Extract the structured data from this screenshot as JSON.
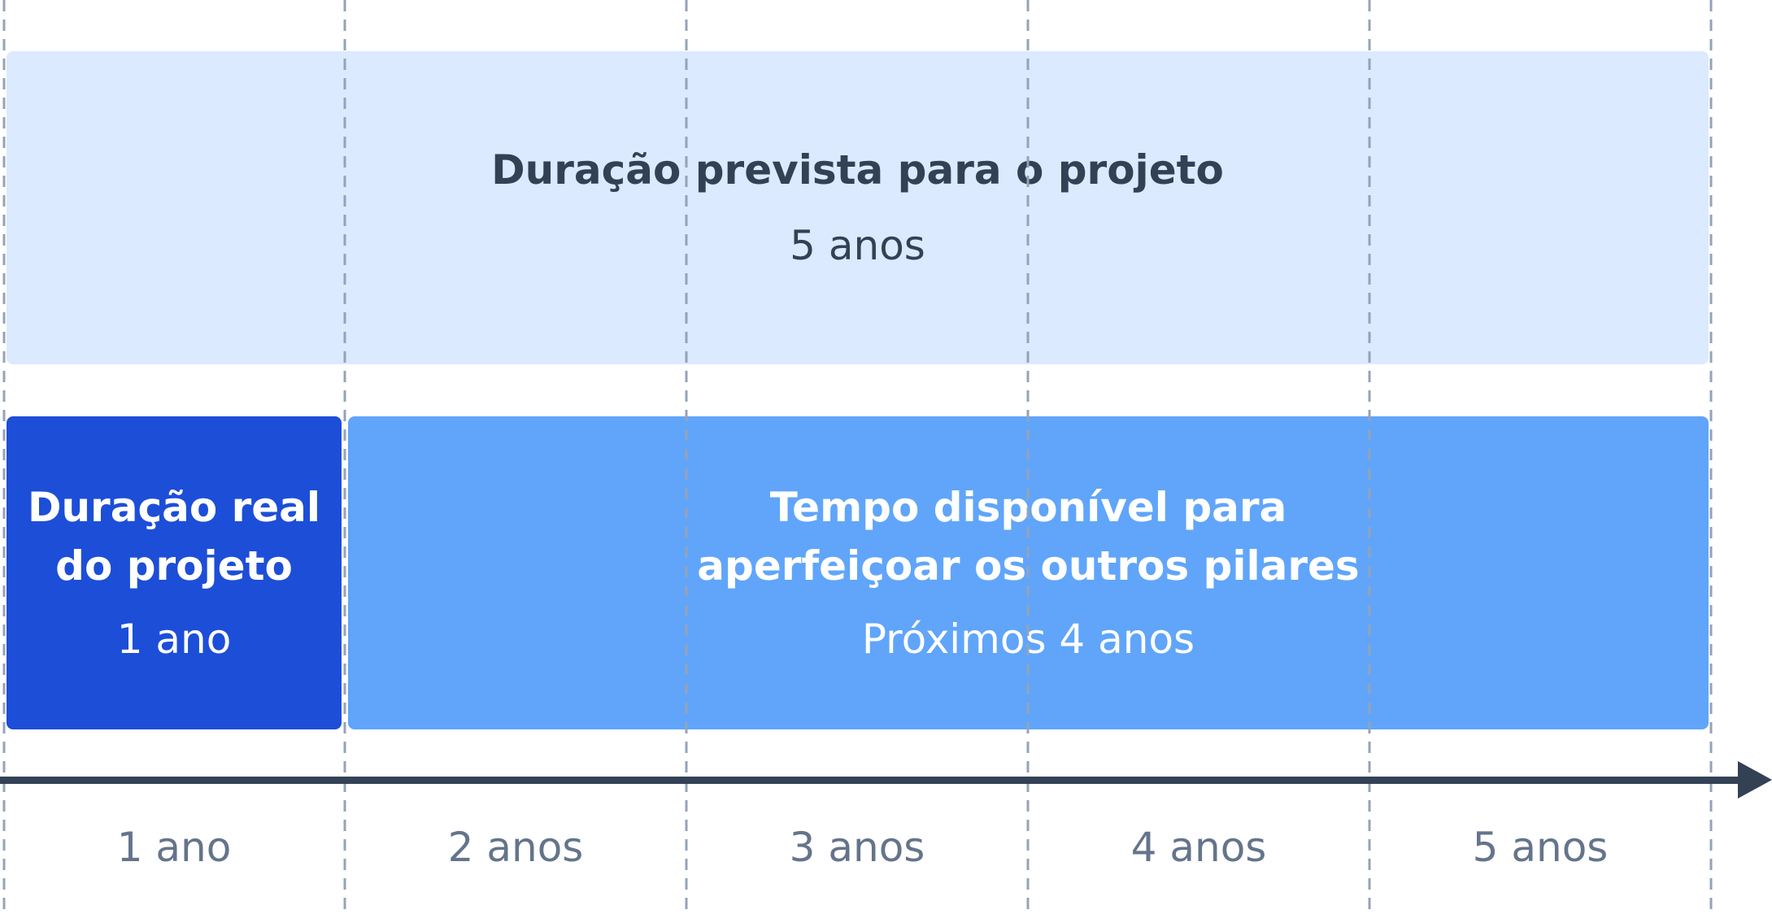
{
  "planned": {
    "title": "Duração prevista para o projeto",
    "duration": "5 anos"
  },
  "actual": {
    "title": "Duração real\ndo projeto",
    "duration": "1 ano"
  },
  "available": {
    "title": "Tempo disponível para\naperfeiçoar os outros pilares",
    "duration": "Próximos 4 anos"
  },
  "axis": {
    "labels": [
      "1 ano",
      "2 anos",
      "3 anos",
      "4 anos",
      "5 anos"
    ]
  },
  "colors": {
    "planned_fill": "#dbeafe",
    "actual_fill": "#1d4ed8",
    "available_fill": "#60a5fa",
    "text_dark": "#334155",
    "axis": "#334155",
    "tick_text": "#64748b",
    "gridline": "#94a3b8"
  }
}
